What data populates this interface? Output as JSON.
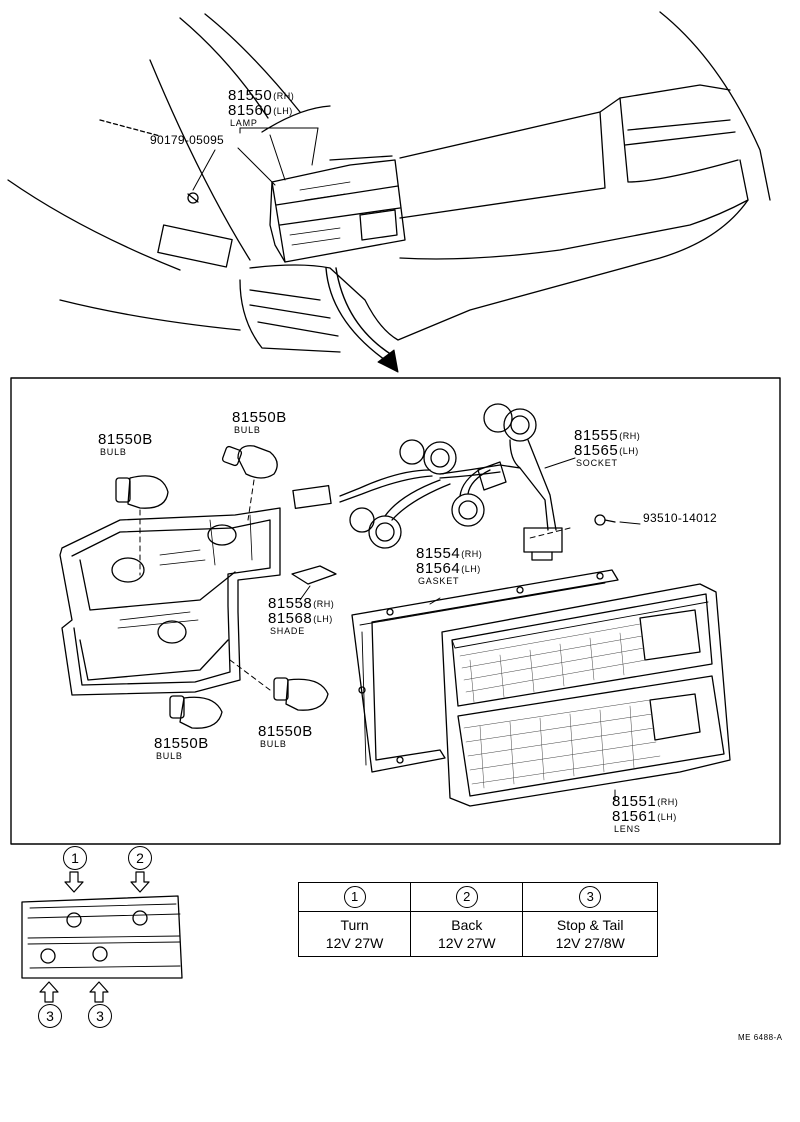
{
  "labels": {
    "lamp_rh": "81550",
    "lamp_rh_sfx": "(RH)",
    "lamp_lh": "81560",
    "lamp_lh_sfx": "(LH)",
    "lamp_cap": "LAMP",
    "screw": "90179-05095",
    "bulb_tl_num": "81550B",
    "bulb_tl_cap": "BULB",
    "bulb_tc_num": "81550B",
    "bulb_tc_cap": "BULB",
    "bulb_bl_num": "81550B",
    "bulb_bl_cap": "BULB",
    "bulb_bc_num": "81550B",
    "bulb_bc_cap": "BULB",
    "socket_rh": "81555",
    "socket_rh_sfx": "(RH)",
    "socket_lh": "81565",
    "socket_lh_sfx": "(LH)",
    "socket_cap": "SOCKET",
    "screw2": "93510-14012",
    "gasket_rh": "81554",
    "gasket_rh_sfx": "(RH)",
    "gasket_lh": "81564",
    "gasket_lh_sfx": "(LH)",
    "gasket_cap": "GASKET",
    "shade_rh": "81558",
    "shade_rh_sfx": "(RH)",
    "shade_lh": "81568",
    "shade_lh_sfx": "(LH)",
    "shade_cap": "SHADE",
    "lens_rh": "81551",
    "lens_rh_sfx": "(RH)",
    "lens_lh": "81561",
    "lens_lh_sfx": "(LH)",
    "lens_cap": "LENS"
  },
  "markers": {
    "m1": "1",
    "m2": "2",
    "m3a": "3",
    "m3b": "3"
  },
  "table": {
    "headers": [
      "1",
      "2",
      "3"
    ],
    "functions": [
      "Turn",
      "Back",
      "Stop & Tail"
    ],
    "ratings": [
      "12V 27W",
      "12V 27W",
      "12V 27/8W"
    ]
  },
  "ref_code": "ME 6488-A"
}
